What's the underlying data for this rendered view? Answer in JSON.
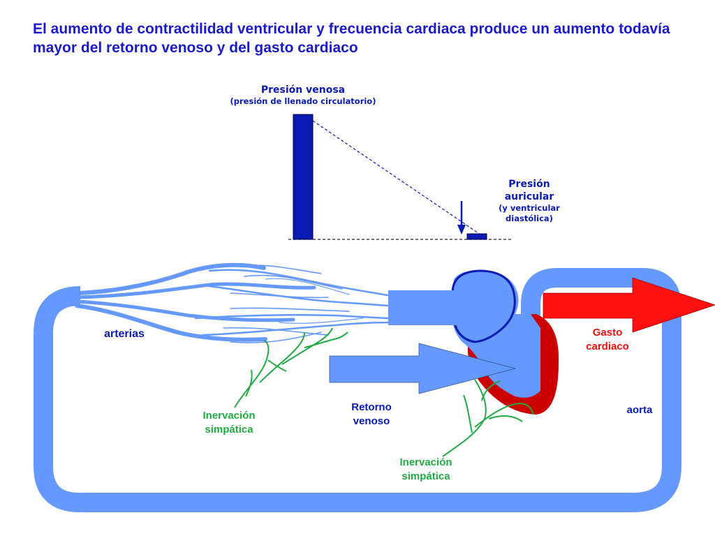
{
  "title": "El aumento de contractilidad ventricular y frecuencia cardiaca produce un aumento todavía mayor del retorno venoso y del gasto cardiaco",
  "venous_pressure": {
    "label": "Presión venosa",
    "sublabel": "(presión de llenado circulatorio)"
  },
  "atrial_pressure": {
    "line1": "Presión",
    "line2": "auricular",
    "line3": "(y ventricular",
    "line4": "diastólica)"
  },
  "labels": {
    "arterias": "arterias",
    "gasto_1": "Gasto",
    "gasto_2": "cardiaco",
    "retorno_1": "Retorno",
    "retorno_2": "venoso",
    "aorta": "aorta",
    "inerv_left_1": "Inervación",
    "inerv_left_2": "simpática",
    "inerv_bottom_1": "Inervación",
    "inerv_bottom_2": "simpática"
  },
  "colors": {
    "title": "#1a1acc",
    "dark_blue": "#0a1ab4",
    "vessel_blue": "#6699ff",
    "red": "#ff1111",
    "dark_red": "#cc0000",
    "green": "#22aa44"
  }
}
